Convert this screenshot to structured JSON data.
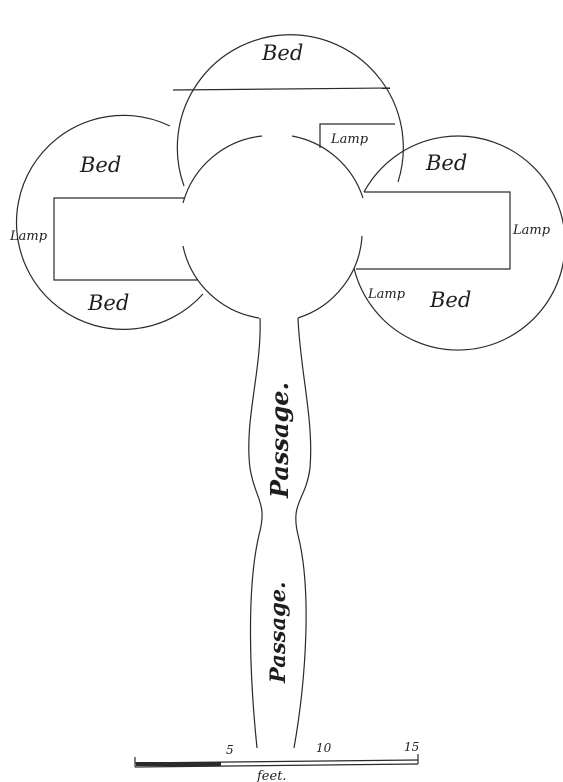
{
  "labels": {
    "bed_top": "Bed",
    "bed_left_upper": "Bed",
    "bed_left_lower": "Bed",
    "bed_right_upper": "Bed",
    "bed_right_lower": "Bed",
    "lamp_top": "Lamp",
    "lamp_left": "Lamp",
    "lamp_right": "Lamp",
    "lamp_lower_right": "Lamp",
    "passage_upper": "Passage.",
    "passage_lower": "Passage."
  },
  "scale": {
    "ticks": [
      "5",
      "10",
      "15"
    ],
    "unit": "feet."
  }
}
